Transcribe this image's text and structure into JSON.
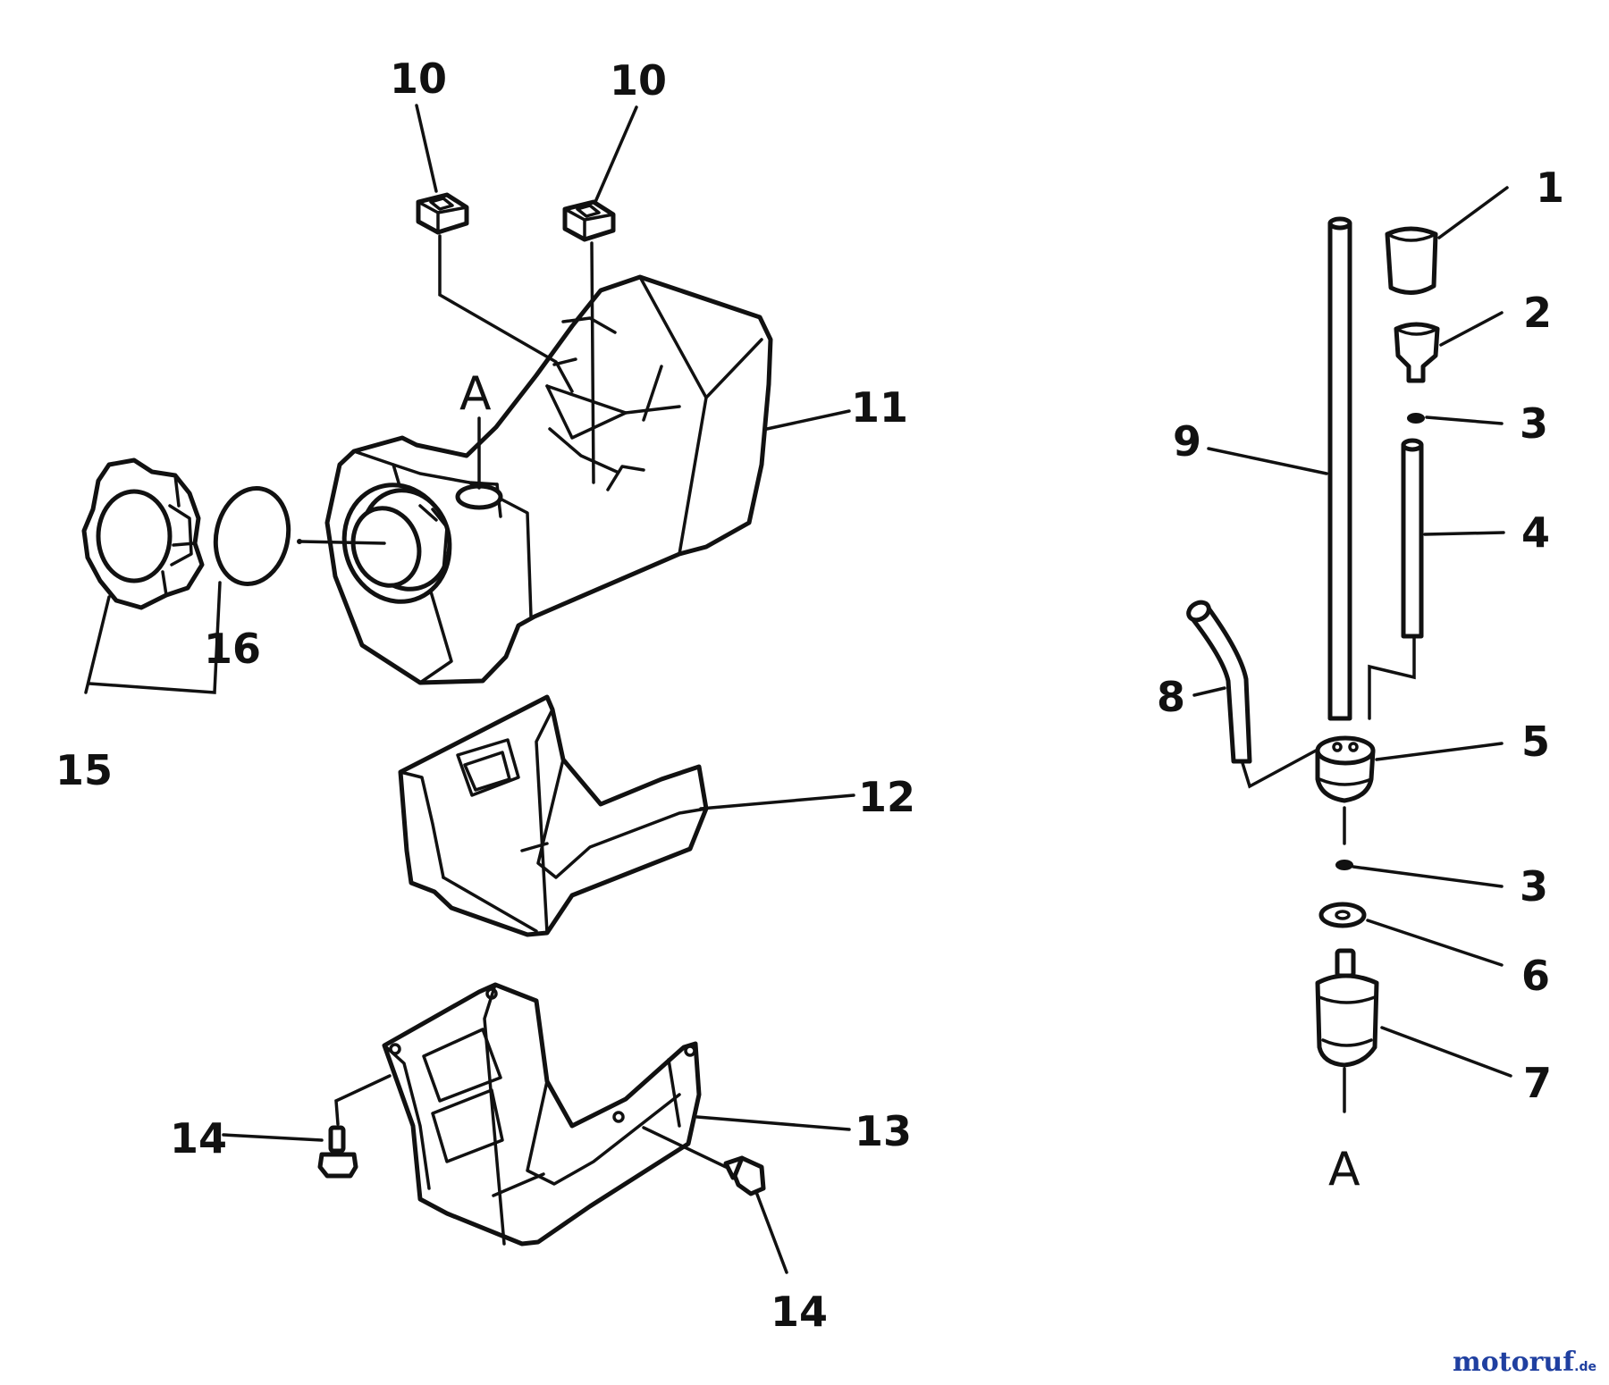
{
  "callouts": {
    "c1": "1",
    "c2": "2",
    "c3a": "3",
    "c3b": "3",
    "c4": "4",
    "c5": "5",
    "c6": "6",
    "c7": "7",
    "c8": "8",
    "c9": "9",
    "c10a": "10",
    "c10b": "10",
    "c11": "11",
    "c12": "12",
    "c13": "13",
    "c14a": "14",
    "c14b": "14",
    "c15": "15",
    "c16": "16",
    "refA_tank": "A",
    "refA_filter": "A"
  },
  "watermark": {
    "brand": "motoruf",
    "tld": ".de",
    "brand_color": "#1f3fa0"
  }
}
